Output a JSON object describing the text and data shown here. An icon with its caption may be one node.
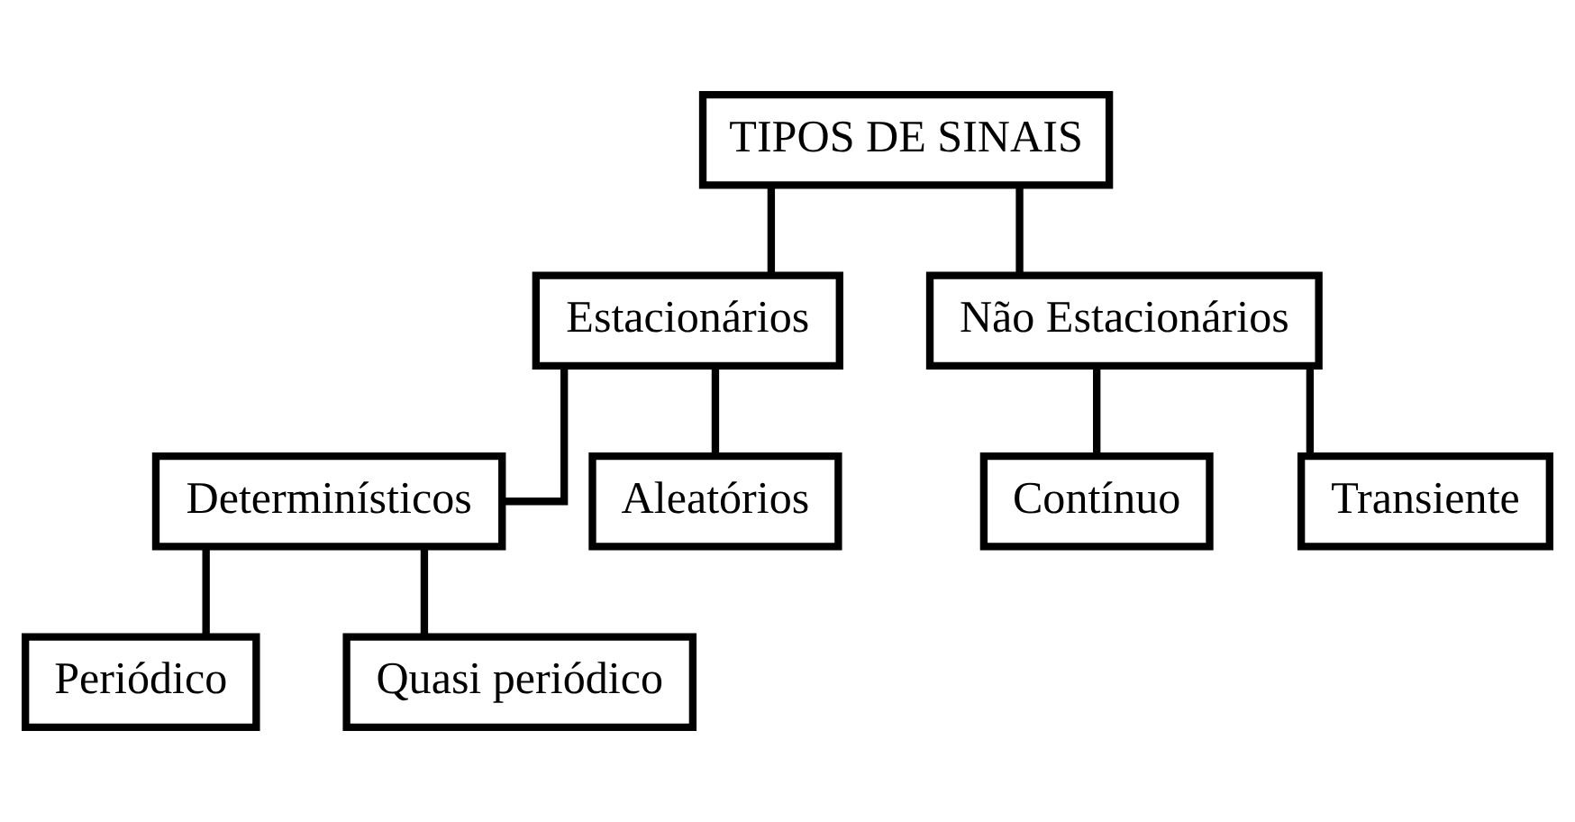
{
  "diagram": {
    "nodes": [
      {
        "text": [
          "TIPOS DE SINAIS"
        ]
      },
      {
        "text": [
          "Estacionários"
        ]
      },
      {
        "text": [
          "Não Estacionários"
        ]
      },
      {
        "text": [
          "Determinísticos"
        ]
      },
      {
        "text": [
          "Aleatórios"
        ]
      },
      {
        "text": [
          "Periódico"
        ]
      },
      {
        "text": [
          "Quasi periódico"
        ]
      },
      {
        "text": [
          "Contínuo"
        ]
      },
      {
        "text": [
          "Transiente"
        ]
      }
    ],
    "edges": [
      {
        "from": 0,
        "to": 1,
        "arrow": "none"
      },
      {
        "from": 0,
        "to": 2,
        "arrow": "none"
      },
      {
        "from": 1,
        "to": 3,
        "arrow": "none"
      },
      {
        "from": 1,
        "to": 4,
        "arrow": "none"
      },
      {
        "from": 3,
        "to": 5,
        "arrow": "none"
      },
      {
        "from": 3,
        "to": 6,
        "arrow": "none"
      },
      {
        "from": 2,
        "to": 7,
        "arrow": "none"
      },
      {
        "from": 2,
        "to": 8,
        "arrow": "none"
      }
    ]
  }
}
